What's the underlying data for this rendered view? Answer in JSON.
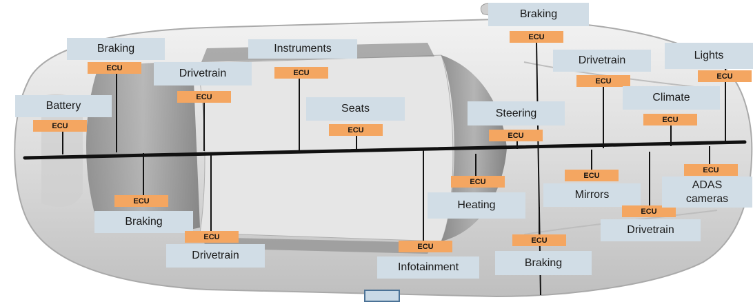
{
  "colors": {
    "bus": "#111111",
    "label_bg": "#d1dde6",
    "ecu_bg": "#f4a661"
  },
  "ecu_text": "ECU",
  "nodes": [
    {
      "id": "battery",
      "label": "Battery"
    },
    {
      "id": "braking-1",
      "label": "Braking"
    },
    {
      "id": "drivetrain-1",
      "label": "Drivetrain"
    },
    {
      "id": "instruments",
      "label": "Instruments"
    },
    {
      "id": "seats",
      "label": "Seats"
    },
    {
      "id": "braking-2",
      "label": "Braking"
    },
    {
      "id": "steering",
      "label": "Steering"
    },
    {
      "id": "drivetrain-2",
      "label": "Drivetrain"
    },
    {
      "id": "climate",
      "label": "Climate"
    },
    {
      "id": "lights",
      "label": "Lights"
    },
    {
      "id": "braking-3",
      "label": "Braking"
    },
    {
      "id": "drivetrain-3",
      "label": "Drivetrain"
    },
    {
      "id": "infotainment",
      "label": "Infotainment"
    },
    {
      "id": "heating",
      "label": "Heating"
    },
    {
      "id": "braking-4",
      "label": "Braking"
    },
    {
      "id": "mirrors",
      "label": "Mirrors"
    },
    {
      "id": "drivetrain-4",
      "label": "Drivetrain"
    },
    {
      "id": "adas-cameras",
      "label": "ADAS\ncameras"
    }
  ]
}
